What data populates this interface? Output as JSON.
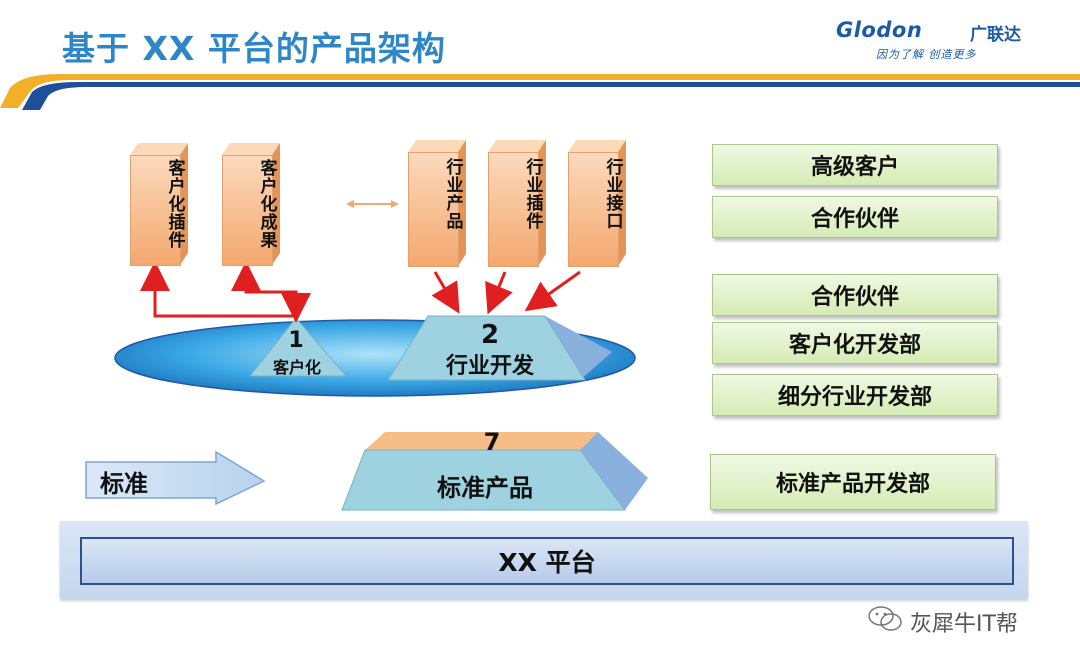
{
  "header": {
    "title": "基于 XX 平台的产品架构",
    "logo_en": "Glodon",
    "logo_cn": "广联达",
    "logo_slogan": "因为了解 创造更多"
  },
  "boxes_left": [
    {
      "label": "客户化插件"
    },
    {
      "label": "客户化成果"
    }
  ],
  "boxes_right": [
    {
      "label": "行业产品"
    },
    {
      "label": "行业插件"
    },
    {
      "label": "行业接口"
    }
  ],
  "shapes": {
    "customization": {
      "number": "1",
      "label": "客户化"
    },
    "industry": {
      "number": "2",
      "label": "行业开发"
    },
    "standard": {
      "number": "7",
      "label": "标准产品"
    }
  },
  "standard_arrow_label": "标准",
  "roles": [
    "高级客户",
    "合作伙伴",
    "合作伙伴",
    "客户化开发部",
    "细分行业开发部",
    "标准产品开发部"
  ],
  "platform_label": "XX 平台",
  "watermark": "灰犀牛IT帮",
  "colors": {
    "title": "#2e86c8",
    "box_orange": "#f4a86e",
    "role_green": "#d5ecb4",
    "arrow_red": "#e02020",
    "shape_blue": "#9fd2e0"
  }
}
